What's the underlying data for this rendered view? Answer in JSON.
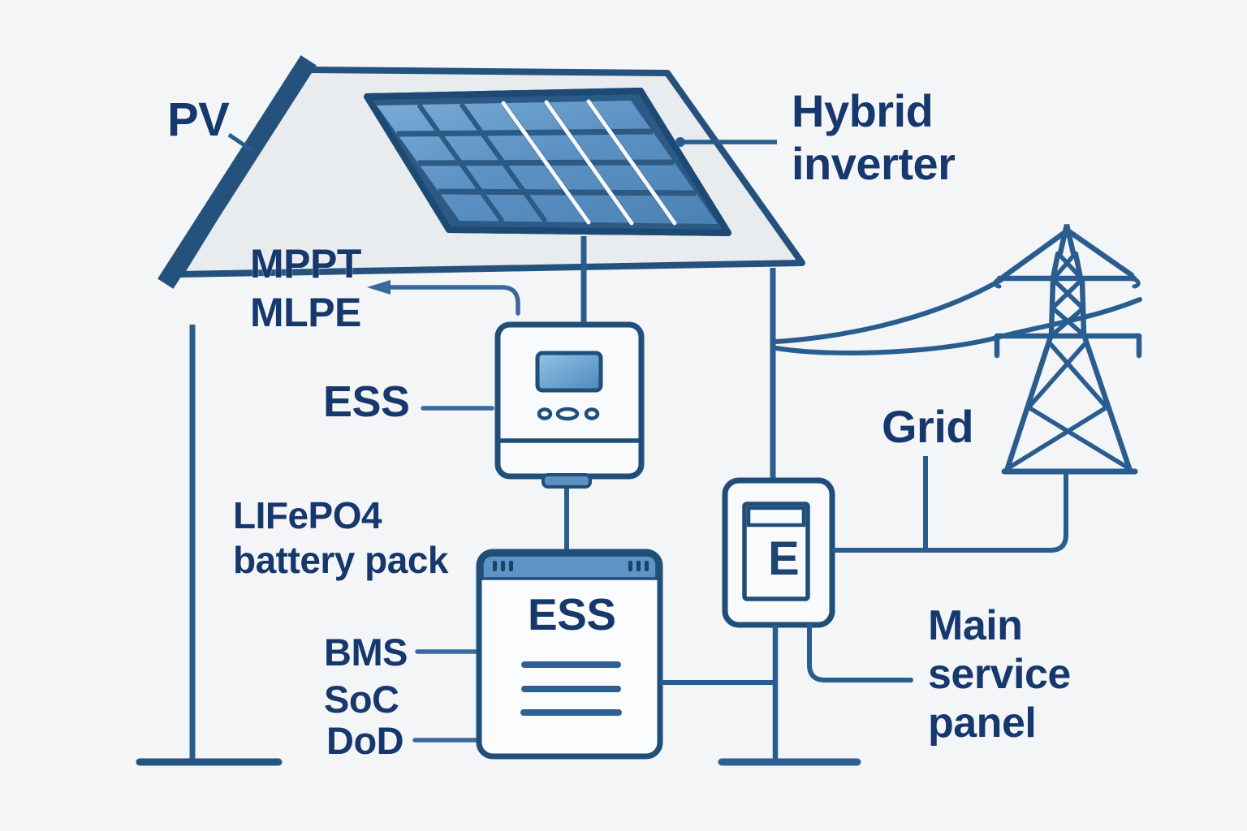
{
  "labels": {
    "pv": "PV",
    "mppt": "MPPT",
    "mlpe": "MLPE",
    "ess_controller": "ESS",
    "lifepo4_line1": "LIFePO4",
    "lifepo4_line2": "battery pack",
    "bms": "BMS",
    "soc": "SoC",
    "dod": "DoD",
    "battery_title": "ESS",
    "hybrid_line1": "Hybrid",
    "hybrid_line2": "inverter",
    "grid": "Grid",
    "meter_letter": "E",
    "main_service_line1": "Main",
    "main_service_line2": "service",
    "main_service_line3": "panel"
  },
  "solar_panel": {
    "rows": 4,
    "cols": 6,
    "white_divider_lines": 3
  },
  "palette": {
    "background": "#f4f5f7",
    "text_navy": "#17386d",
    "outline_navy": "#1f4e79",
    "wire_blue": "#2a5d8f",
    "leader_blue": "#3a6b9e",
    "roof_fill": "#e9ecef",
    "panel_grout": "#2c5a85",
    "panel_cell_light": "#74a8d4",
    "panel_cell_dark": "#4e85b6",
    "header_blue": "#5e93c6",
    "screen_blue": "#5f97c8",
    "white_line": "#f7f9fb"
  }
}
